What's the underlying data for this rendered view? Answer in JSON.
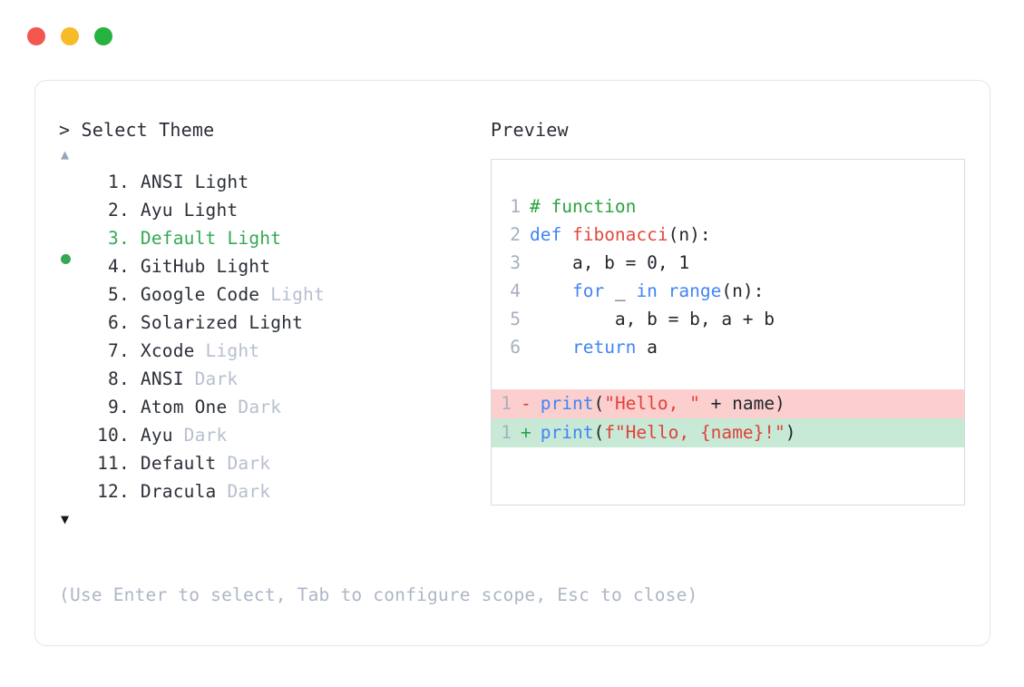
{
  "window": {
    "buttons": [
      {
        "name": "close",
        "color": "#f4564f"
      },
      {
        "name": "minimize",
        "color": "#f7ba29"
      },
      {
        "name": "maximize",
        "color": "#25b23e"
      }
    ]
  },
  "left": {
    "prompt": "> Select Theme",
    "scroll_up": "▲",
    "scroll_down": "▼",
    "selected_index": 3,
    "selected_color": "#35a853",
    "items": [
      {
        "index": "1",
        "dot": ".",
        "main": "ANSI",
        "tail": "Light",
        "dim": false,
        "selected": false
      },
      {
        "index": "2",
        "dot": ".",
        "main": "Ayu",
        "tail": "Light",
        "dim": false,
        "selected": false
      },
      {
        "index": "3",
        "dot": ".",
        "main": "Default",
        "tail": "Light",
        "dim": false,
        "selected": true
      },
      {
        "index": "4",
        "dot": ".",
        "main": "GitHub",
        "tail": "Light",
        "dim": false,
        "selected": false
      },
      {
        "index": "5",
        "dot": ".",
        "main": "Google Code",
        "tail": "Light",
        "dim": true,
        "selected": false
      },
      {
        "index": "6",
        "dot": ".",
        "main": "Solarized",
        "tail": "Light",
        "dim": false,
        "selected": false
      },
      {
        "index": "7",
        "dot": ".",
        "main": "Xcode",
        "tail": "Light",
        "dim": true,
        "selected": false
      },
      {
        "index": "8",
        "dot": ".",
        "main": "ANSI",
        "tail": "Dark",
        "dim": true,
        "selected": false
      },
      {
        "index": "9",
        "dot": ".",
        "main": "Atom One",
        "tail": "Dark",
        "dim": true,
        "selected": false
      },
      {
        "index": "10",
        "dot": ".",
        "main": "Ayu",
        "tail": "Dark",
        "dim": true,
        "selected": false
      },
      {
        "index": "11",
        "dot": ".",
        "main": "Default",
        "tail": "Dark",
        "dim": true,
        "selected": false
      },
      {
        "index": "12",
        "dot": ".",
        "main": "Dracula",
        "tail": "Dark",
        "dim": true,
        "selected": false
      }
    ]
  },
  "right": {
    "title": "Preview",
    "code_lines": [
      {
        "ln": "1",
        "tokens": [
          {
            "t": "# function",
            "c": "comment"
          }
        ]
      },
      {
        "ln": "2",
        "tokens": [
          {
            "t": "def ",
            "c": "keyword"
          },
          {
            "t": "fibonacci",
            "c": "func"
          },
          {
            "t": "(n):",
            "c": "plain"
          }
        ]
      },
      {
        "ln": "3",
        "tokens": [
          {
            "t": "    a, b = 0, 1",
            "c": "plain"
          }
        ]
      },
      {
        "ln": "4",
        "tokens": [
          {
            "t": "    ",
            "c": "plain"
          },
          {
            "t": "for",
            "c": "keyword"
          },
          {
            "t": " _ ",
            "c": "plain"
          },
          {
            "t": "in",
            "c": "keyword"
          },
          {
            "t": " ",
            "c": "plain"
          },
          {
            "t": "range",
            "c": "keyword"
          },
          {
            "t": "(n):",
            "c": "plain"
          }
        ]
      },
      {
        "ln": "5",
        "tokens": [
          {
            "t": "        a, b = b, a + b",
            "c": "plain"
          }
        ]
      },
      {
        "ln": "6",
        "tokens": [
          {
            "t": "    ",
            "c": "plain"
          },
          {
            "t": "return",
            "c": "keyword"
          },
          {
            "t": " a",
            "c": "plain"
          }
        ]
      }
    ],
    "diff_lines": [
      {
        "ln": "1",
        "marker": "-",
        "kind": "del",
        "bg": "#fbcfcd",
        "tokens": [
          {
            "t": "print",
            "c": "keyword"
          },
          {
            "t": "(",
            "c": "plain"
          },
          {
            "t": "\"Hello, \"",
            "c": "string"
          },
          {
            "t": " + name)",
            "c": "plain"
          }
        ]
      },
      {
        "ln": "1",
        "marker": "+",
        "kind": "add",
        "bg": "#c7e9d6",
        "tokens": [
          {
            "t": "print",
            "c": "keyword"
          },
          {
            "t": "(",
            "c": "plain"
          },
          {
            "t": "f\"Hello, {name}!\"",
            "c": "string"
          },
          {
            "t": ")",
            "c": "plain"
          }
        ]
      }
    ]
  },
  "footer": {
    "hint": "(Use Enter to select, Tab to configure scope, Esc to close)"
  }
}
